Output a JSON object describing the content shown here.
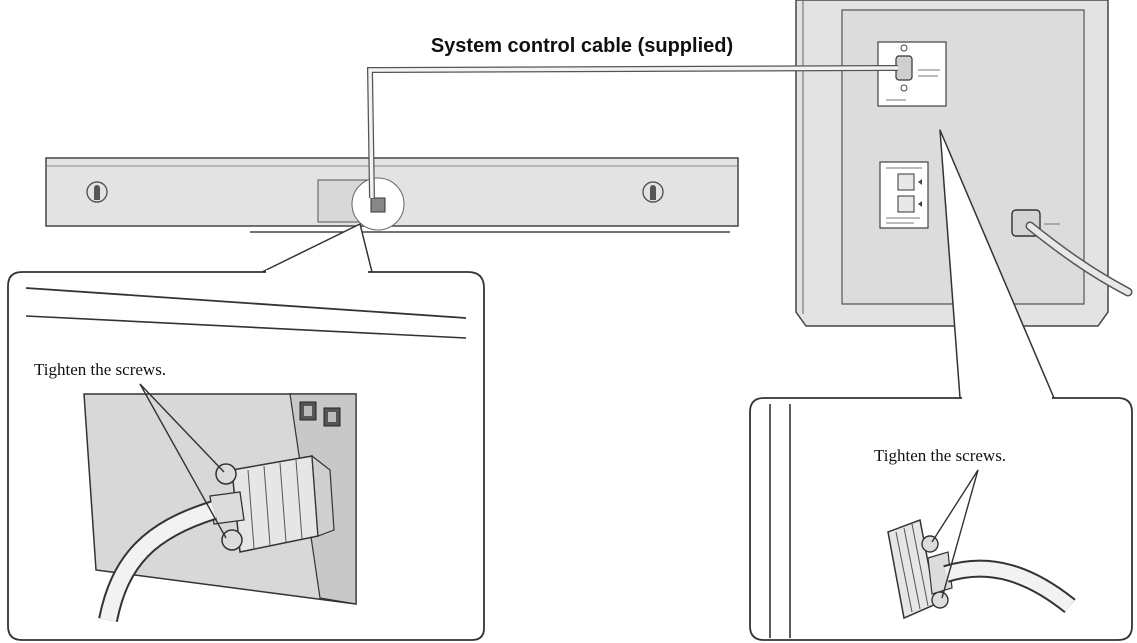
{
  "diagram": {
    "cable_label": "System control cable (supplied)",
    "left_callout_label": "Tighten the screws.",
    "right_callout_label": "Tighten the screws.",
    "colors": {
      "panel_fill": "#e3e3e3",
      "panel_dark": "#cfcfcf",
      "line": "#333333",
      "background": "#ffffff"
    }
  }
}
